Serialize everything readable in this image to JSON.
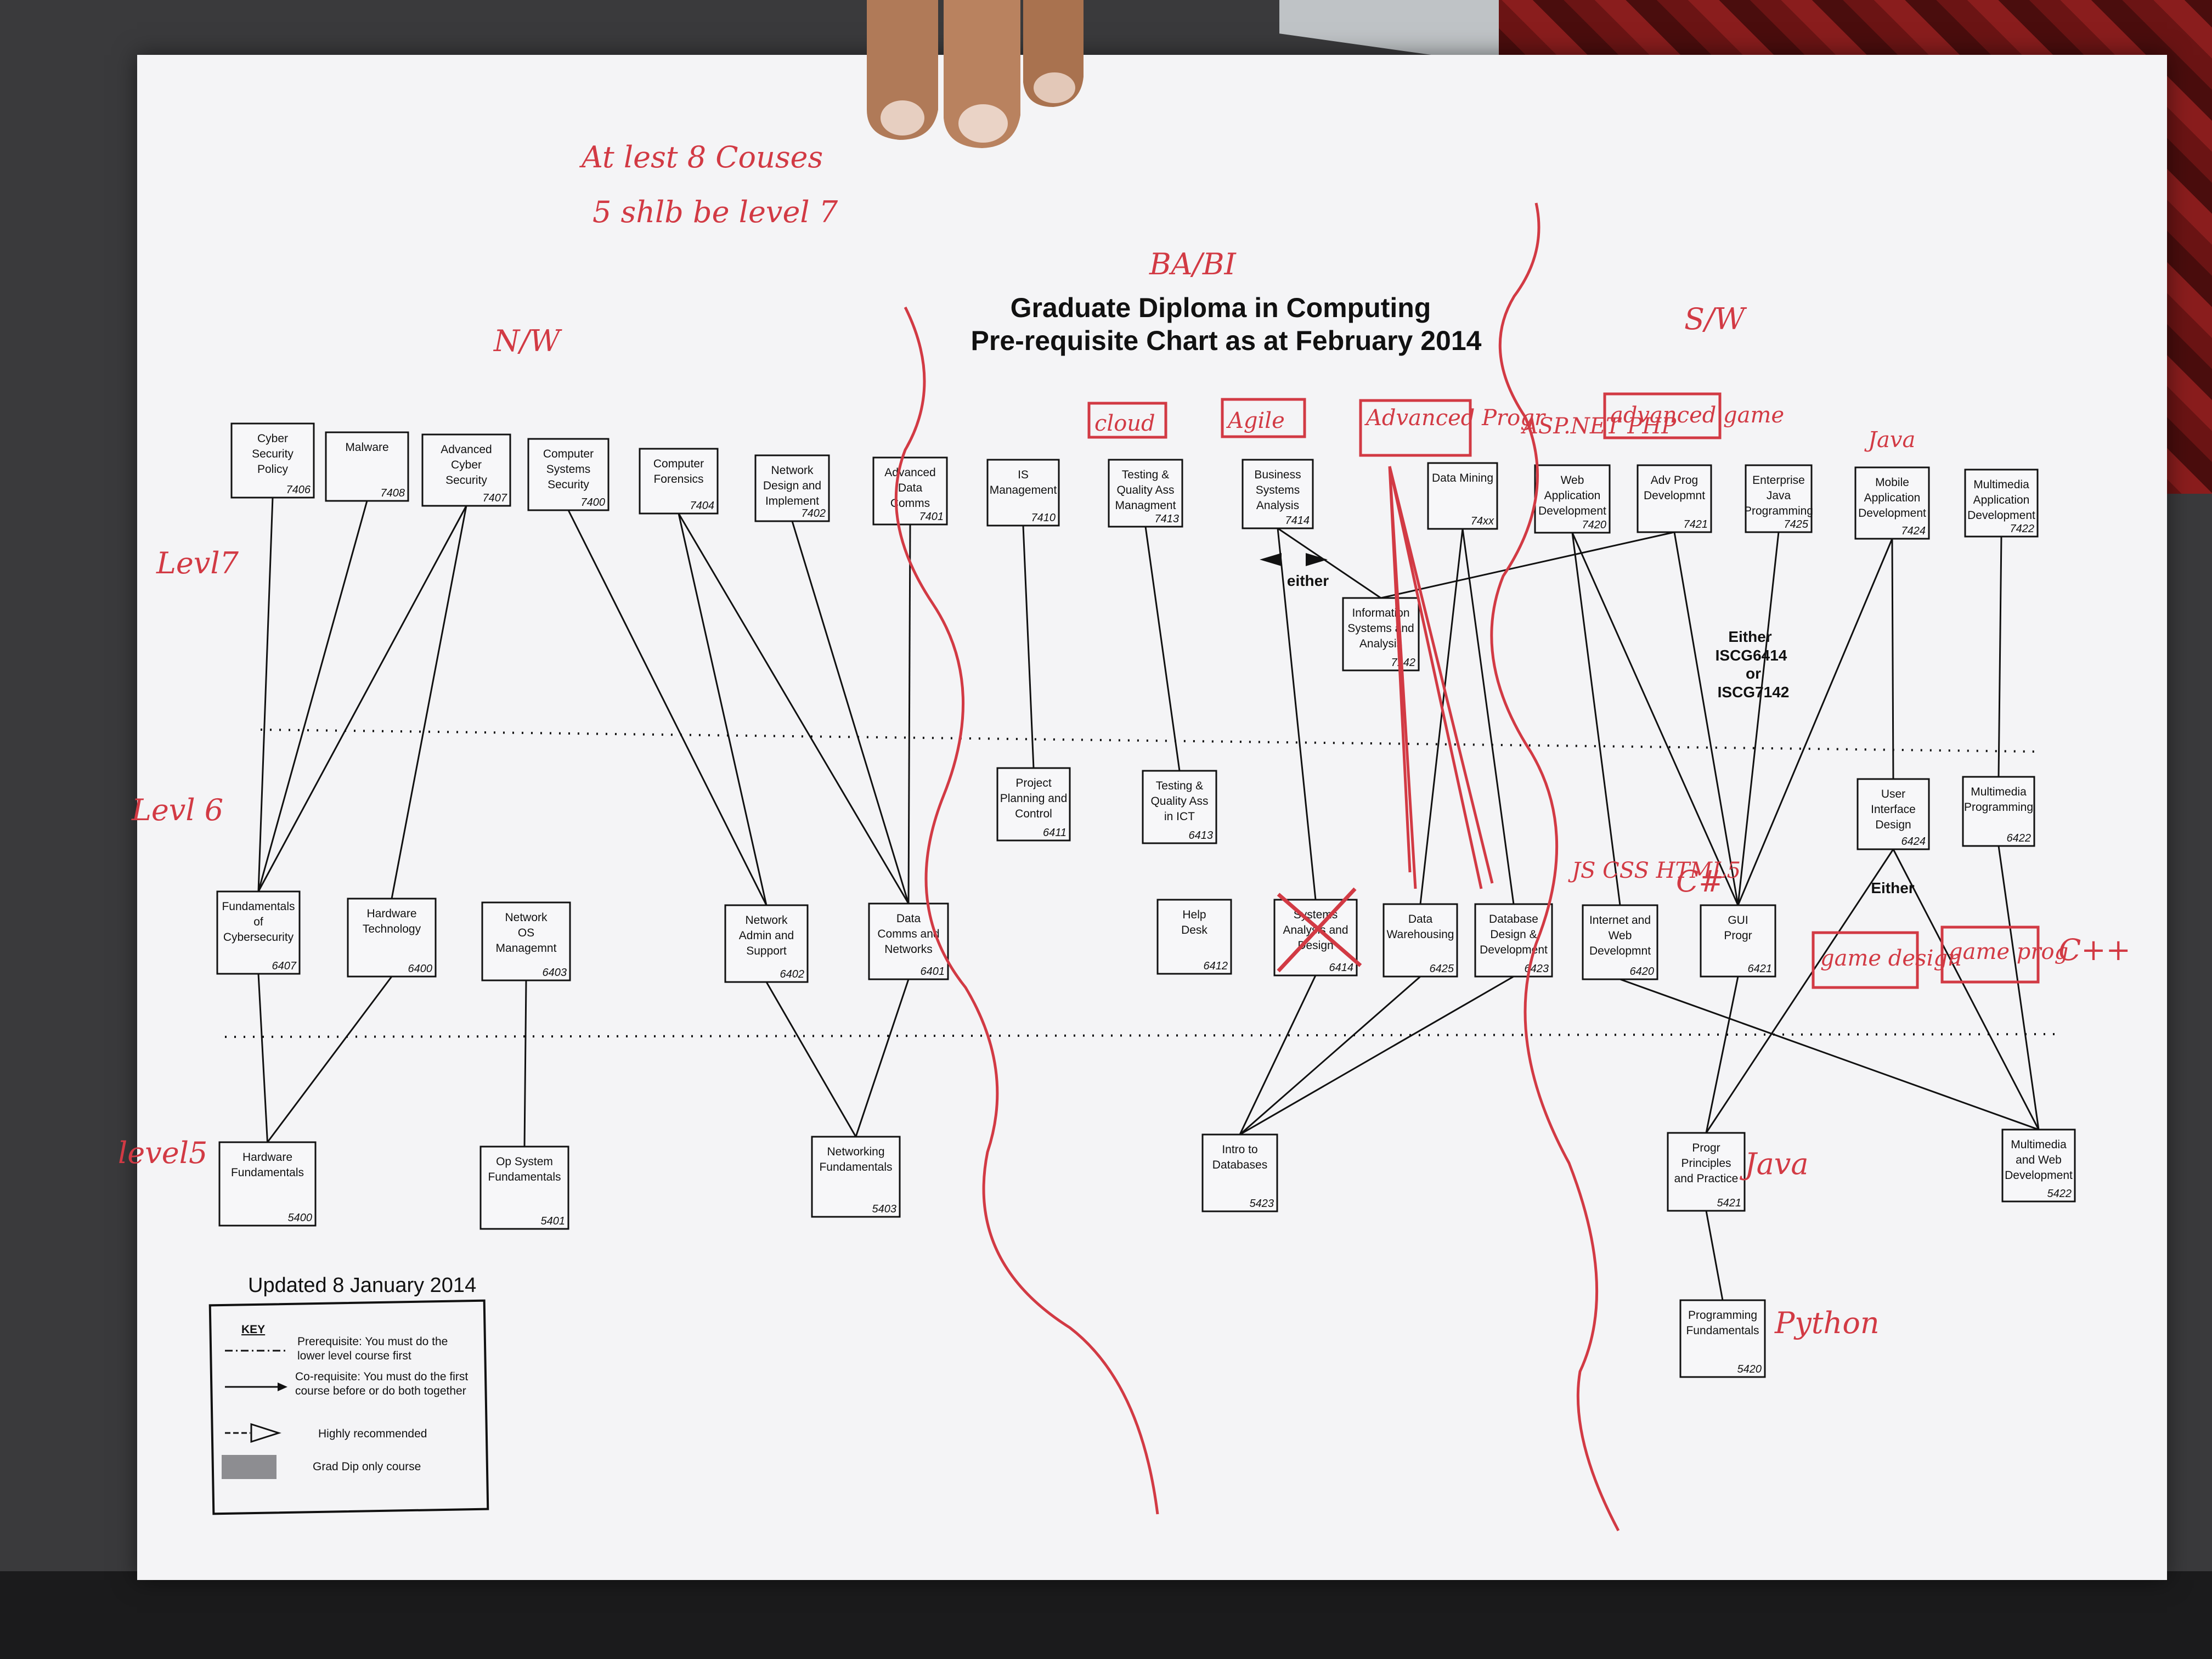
{
  "title": {
    "line1": "Graduate Diploma in Computing",
    "line2": "Pre-requisite Chart as at February 2014"
  },
  "updated": "Updated 8 January 2014",
  "key": {
    "heading": "KEY",
    "items": [
      {
        "line1": "Prerequisite: You must do the",
        "line2": "lower level course first"
      },
      {
        "line1": "Co-requisite: You must do the first",
        "line2": "course before or do both together"
      },
      {
        "line1": "Highly recommended",
        "line2": ""
      },
      {
        "line1": "Grad Dip only course",
        "line2": ""
      }
    ]
  },
  "either_labels": {
    "either_small": "either",
    "either_big": "Either",
    "iscg6414": "ISCG6414",
    "or": "or",
    "iscg7142": "ISCG7142",
    "either_bottom": "Either"
  },
  "courses": {
    "c7406": {
      "lines": [
        "Cyber",
        "Security",
        "Policy"
      ],
      "code": "7406"
    },
    "c7408": {
      "lines": [
        "Malware"
      ],
      "code": "7408"
    },
    "c7407": {
      "lines": [
        "Advanced",
        "Cyber",
        "Security"
      ],
      "code": "7407"
    },
    "c7400": {
      "lines": [
        "Computer",
        "Systems",
        "Security"
      ],
      "code": "7400"
    },
    "c7404": {
      "lines": [
        "Computer",
        "Forensics"
      ],
      "code": "7404"
    },
    "c7402": {
      "lines": [
        "Network",
        "Design and",
        "Implement"
      ],
      "code": "7402"
    },
    "c7401": {
      "lines": [
        "Advanced",
        "Data",
        "Comms"
      ],
      "code": "7401"
    },
    "c7410": {
      "lines": [
        "IS",
        "Management"
      ],
      "code": "7410"
    },
    "c7413": {
      "lines": [
        "Testing &",
        "Quality Ass",
        "Managment"
      ],
      "code": "7413"
    },
    "c7414": {
      "lines": [
        "Business",
        "Systems",
        "Analysis"
      ],
      "code": "7414"
    },
    "c74xx": {
      "lines": [
        "Data Mining"
      ],
      "code": "74xx"
    },
    "c7420": {
      "lines": [
        "Web",
        "Application",
        "Development"
      ],
      "code": "7420"
    },
    "c7421": {
      "lines": [
        "Adv Prog",
        "Developmnt"
      ],
      "code": "7421"
    },
    "c7425": {
      "lines": [
        "Enterprise",
        "Java",
        "Programming"
      ],
      "code": "7425"
    },
    "c7424": {
      "lines": [
        "Mobile",
        "Application",
        "Development"
      ],
      "code": "7424"
    },
    "c7422": {
      "lines": [
        "Multimedia",
        "Application",
        "Development"
      ],
      "code": "7422"
    },
    "c7142": {
      "lines": [
        "Information",
        "Systems and",
        "Analysis"
      ],
      "code": "7142"
    },
    "c6411": {
      "lines": [
        "Project",
        "Planning and",
        "Control"
      ],
      "code": "6411"
    },
    "c6413": {
      "lines": [
        "Testing &",
        "Quality Ass",
        "in ICT"
      ],
      "code": "6413"
    },
    "c6424": {
      "lines": [
        "User",
        "Interface",
        "Design"
      ],
      "code": "6424"
    },
    "c6422": {
      "lines": [
        "Multimedia",
        "Programming"
      ],
      "code": "6422"
    },
    "c6407": {
      "lines": [
        "Fundamentals",
        "of",
        "Cybersecurity"
      ],
      "code": "6407"
    },
    "c6400": {
      "lines": [
        "Hardware",
        "Technology"
      ],
      "code": "6400"
    },
    "c6403": {
      "lines": [
        "Network",
        "OS",
        "Managemnt"
      ],
      "code": "6403"
    },
    "c6402": {
      "lines": [
        "Network",
        "Admin and",
        "Support"
      ],
      "code": "6402"
    },
    "c6401": {
      "lines": [
        "Data",
        "Comms and",
        "Networks"
      ],
      "code": "6401"
    },
    "c6412": {
      "lines": [
        "Help",
        "Desk"
      ],
      "code": "6412"
    },
    "c6414": {
      "lines": [
        "Systems",
        "Analysis and",
        "Design"
      ],
      "code": "6414"
    },
    "c6425": {
      "lines": [
        "Data",
        "Warehousing"
      ],
      "code": "6425"
    },
    "c6423": {
      "lines": [
        "Database",
        "Design &",
        "Development"
      ],
      "code": "6423"
    },
    "c6420": {
      "lines": [
        "Internet and",
        "Web",
        "Developmnt"
      ],
      "code": "6420"
    },
    "c6421": {
      "lines": [
        "GUI",
        "Progr"
      ],
      "code": "6421"
    },
    "c5400": {
      "lines": [
        "Hardware",
        "Fundamentals"
      ],
      "code": "5400"
    },
    "c5401": {
      "lines": [
        "Op System",
        "Fundamentals"
      ],
      "code": "5401"
    },
    "c5403": {
      "lines": [
        "Networking",
        "Fundamentals"
      ],
      "code": "5403"
    },
    "c5423": {
      "lines": [
        "Intro to",
        "Databases"
      ],
      "code": "5423"
    },
    "c5421": {
      "lines": [
        "Progr",
        "Principles",
        "and Practice"
      ],
      "code": "5421"
    },
    "c5422": {
      "lines": [
        "Multimedia",
        "and Web",
        "Development"
      ],
      "code": "5422"
    },
    "c5420": {
      "lines": [
        "Programming",
        "Fundamentals"
      ],
      "code": "5420"
    }
  },
  "handwritten": {
    "at_least": "At lest 8 Couses",
    "should_be": "5 shlb be level 7",
    "nw": "N/W",
    "babi": "BA/BI",
    "sw": "S/W",
    "level7": "Levl7",
    "level6": "Levl 6",
    "level5": "level5",
    "cloud": "cloud",
    "agile": "Agile",
    "advanced_progr": "Advanced Progr",
    "aspnet": "ASP.NET PHP",
    "advanced_game": "advanced game",
    "java_top": "Java",
    "js_css": "JS CSS HTML5",
    "csharp": "C#",
    "game_design": "game design",
    "game_prog": "game prog",
    "cpp": "C++",
    "java_bottom": "Java",
    "python": "Python"
  },
  "colors": {
    "ink": "#111111",
    "pen": "#d23a44",
    "paper": "#f4f4f6"
  }
}
